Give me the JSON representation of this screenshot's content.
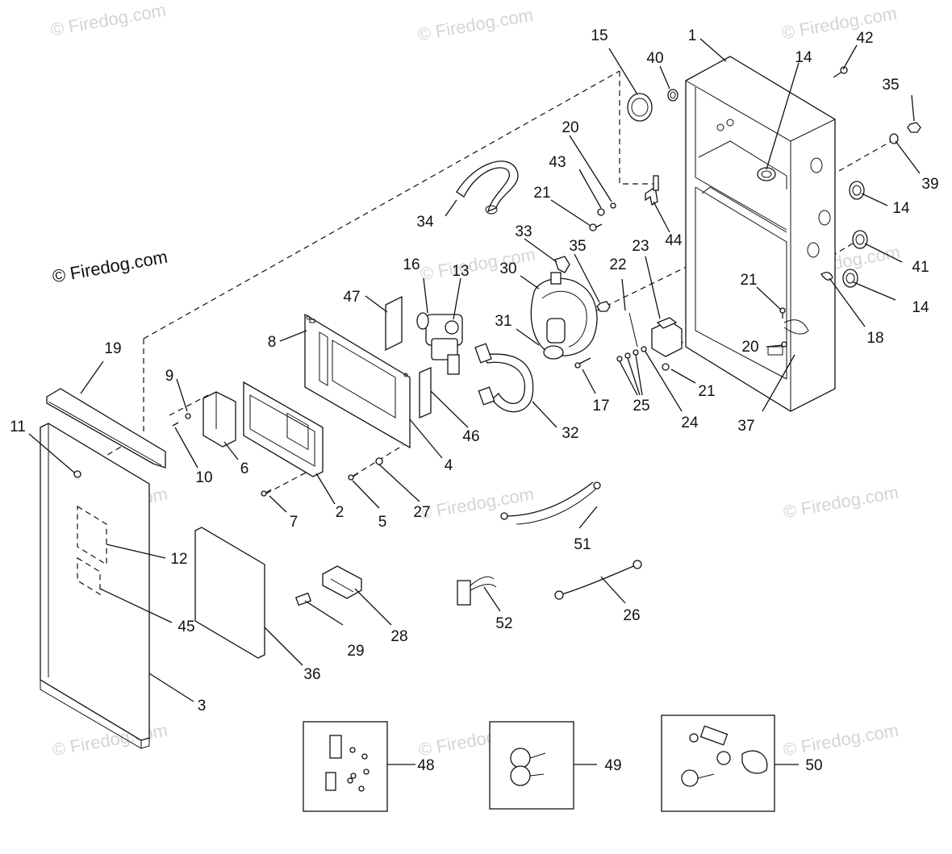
{
  "watermark": {
    "text": "© Firedog.com",
    "main_text": "© Firedog.com"
  },
  "labels": [
    {
      "id": "1",
      "text": "1"
    },
    {
      "id": "2",
      "text": "2"
    },
    {
      "id": "3",
      "text": "3"
    },
    {
      "id": "4",
      "text": "4"
    },
    {
      "id": "5",
      "text": "5"
    },
    {
      "id": "6",
      "text": "6"
    },
    {
      "id": "7",
      "text": "7"
    },
    {
      "id": "8",
      "text": "8"
    },
    {
      "id": "9",
      "text": "9"
    },
    {
      "id": "10",
      "text": "10"
    },
    {
      "id": "11",
      "text": "11"
    },
    {
      "id": "12",
      "text": "12"
    },
    {
      "id": "13",
      "text": "13"
    },
    {
      "id": "14a",
      "text": "14"
    },
    {
      "id": "14b",
      "text": "14"
    },
    {
      "id": "14c",
      "text": "14"
    },
    {
      "id": "15",
      "text": "15"
    },
    {
      "id": "16",
      "text": "16"
    },
    {
      "id": "17",
      "text": "17"
    },
    {
      "id": "18",
      "text": "18"
    },
    {
      "id": "19",
      "text": "19"
    },
    {
      "id": "20a",
      "text": "20"
    },
    {
      "id": "20b",
      "text": "20"
    },
    {
      "id": "21a",
      "text": "21"
    },
    {
      "id": "21b",
      "text": "21"
    },
    {
      "id": "21c",
      "text": "21"
    },
    {
      "id": "22",
      "text": "22"
    },
    {
      "id": "23",
      "text": "23"
    },
    {
      "id": "24",
      "text": "24"
    },
    {
      "id": "25",
      "text": "25"
    },
    {
      "id": "26",
      "text": "26"
    },
    {
      "id": "27",
      "text": "27"
    },
    {
      "id": "28",
      "text": "28"
    },
    {
      "id": "29",
      "text": "29"
    },
    {
      "id": "30",
      "text": "30"
    },
    {
      "id": "31",
      "text": "31"
    },
    {
      "id": "32",
      "text": "32"
    },
    {
      "id": "33",
      "text": "33"
    },
    {
      "id": "34",
      "text": "34"
    },
    {
      "id": "35a",
      "text": "35"
    },
    {
      "id": "35b",
      "text": "35"
    },
    {
      "id": "36",
      "text": "36"
    },
    {
      "id": "37",
      "text": "37"
    },
    {
      "id": "39",
      "text": "39"
    },
    {
      "id": "40",
      "text": "40"
    },
    {
      "id": "41",
      "text": "41"
    },
    {
      "id": "42",
      "text": "42"
    },
    {
      "id": "43",
      "text": "43"
    },
    {
      "id": "44",
      "text": "44"
    },
    {
      "id": "45",
      "text": "45"
    },
    {
      "id": "46",
      "text": "46"
    },
    {
      "id": "47",
      "text": "47"
    },
    {
      "id": "48",
      "text": "48"
    },
    {
      "id": "49",
      "text": "49"
    },
    {
      "id": "50",
      "text": "50"
    },
    {
      "id": "51",
      "text": "51"
    },
    {
      "id": "52",
      "text": "52"
    }
  ]
}
